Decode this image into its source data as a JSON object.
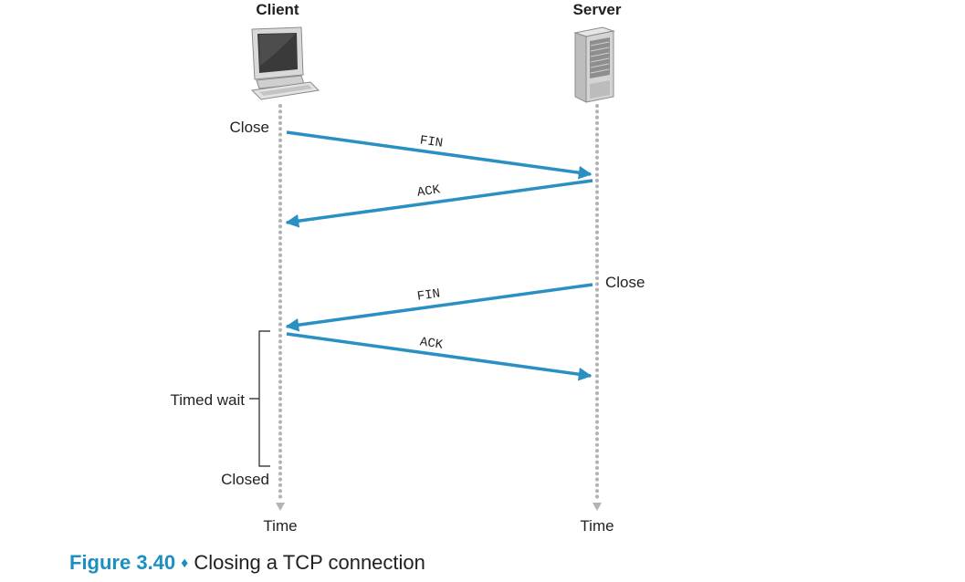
{
  "hosts": {
    "client": {
      "label": "Client",
      "icon": "desktop-computer-icon"
    },
    "server": {
      "label": "Server",
      "icon": "server-tower-icon"
    }
  },
  "events": {
    "client_close": "Close",
    "server_close": "Close",
    "timed_wait": "Timed wait",
    "closed": "Closed"
  },
  "messages": [
    {
      "label": "FIN",
      "from": "client",
      "to": "server"
    },
    {
      "label": "ACK",
      "from": "server",
      "to": "client"
    },
    {
      "label": "FIN",
      "from": "server",
      "to": "client"
    },
    {
      "label": "ACK",
      "from": "client",
      "to": "server"
    }
  ],
  "timeline": {
    "client_time": "Time",
    "server_time": "Time"
  },
  "caption": {
    "figure": "Figure 3.40",
    "separator": "♦",
    "title": "Closing a TCP connection"
  },
  "colors": {
    "arrow": "#2a8fc2",
    "timeline_dot": "#b3b3b3",
    "caption_accent": "#1b8fc0"
  }
}
